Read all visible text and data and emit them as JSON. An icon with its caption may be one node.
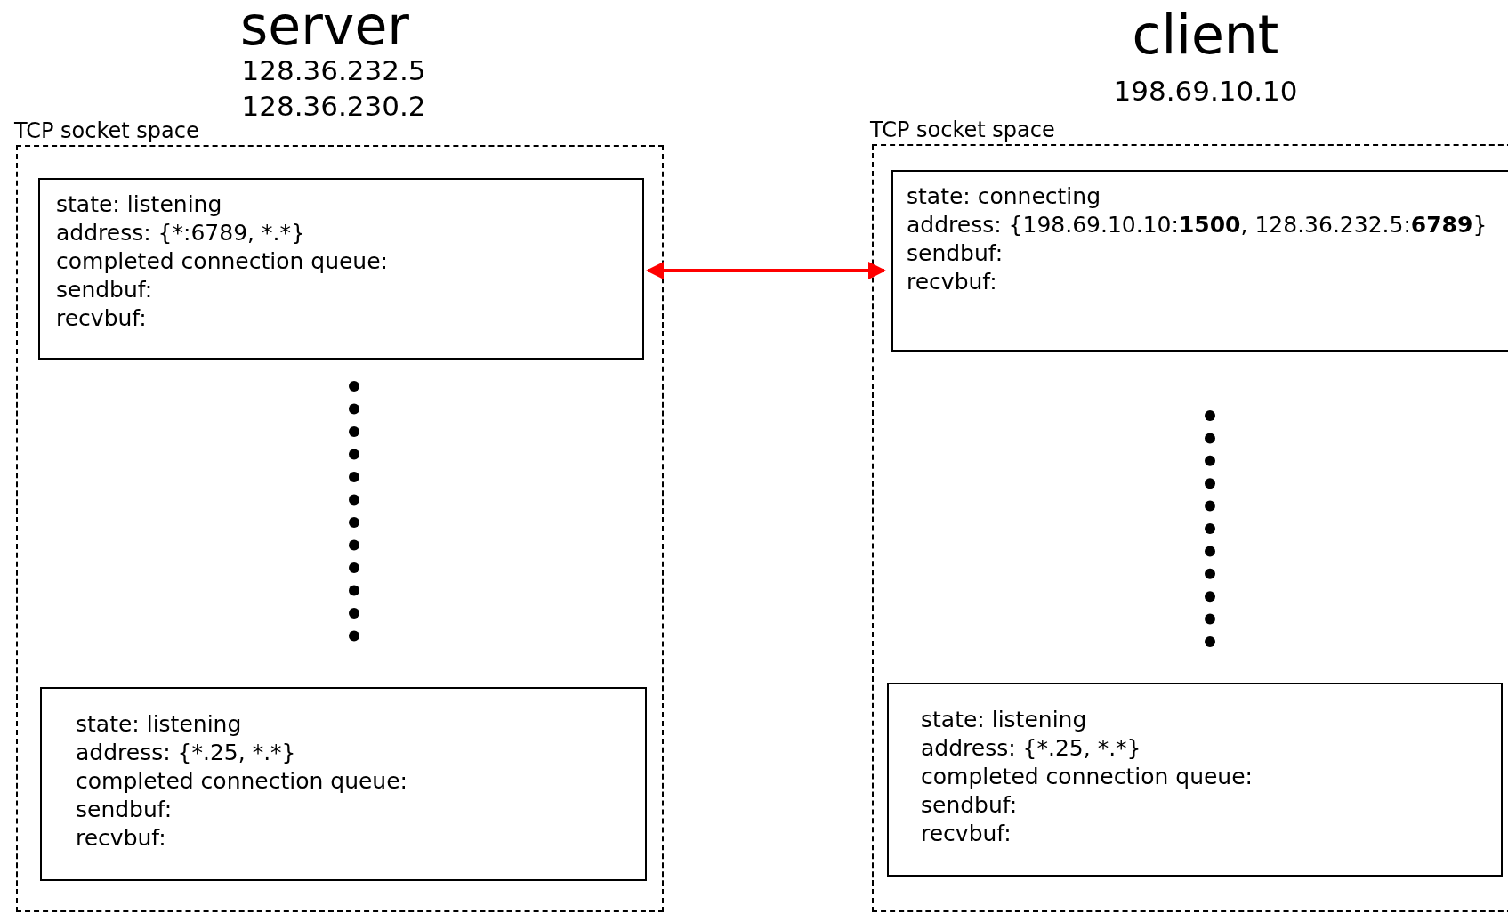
{
  "diagram": {
    "nodes": [
      {
        "text": [
          "TCP socket space"
        ]
      },
      {
        "text": [
          "state: listening",
          "address: {*:6789, *.*}",
          "completed connection queue:",
          "sendbuf:",
          "recvbuf:"
        ],
        "in": 0
      },
      {
        "text": [
          "state: listening",
          "address: {*.25, *.*}",
          "completed connection queue:",
          "sendbuf:",
          "recvbuf:"
        ],
        "in": 0
      },
      {
        "text": [
          "TCP socket space"
        ]
      },
      {
        "text": [
          "state: connecting",
          "address: {198.69.10.10:**1500**, 128.36.232.5:**6789**}",
          "sendbuf:",
          "recvbuf:"
        ],
        "in": 3
      },
      {
        "text": [
          "state: listening",
          "address: {*.25, *.*}",
          "completed connection queue:",
          "sendbuf:",
          "recvbuf:"
        ],
        "in": 3
      }
    ],
    "edges": [
      {
        "from": 1,
        "to": 4,
        "arrow": "both",
        "color": "#ff0000"
      }
    ],
    "labels": [
      "server",
      "128.36.232.5",
      "128.36.230.2",
      "client",
      "198.69.10.10"
    ]
  }
}
